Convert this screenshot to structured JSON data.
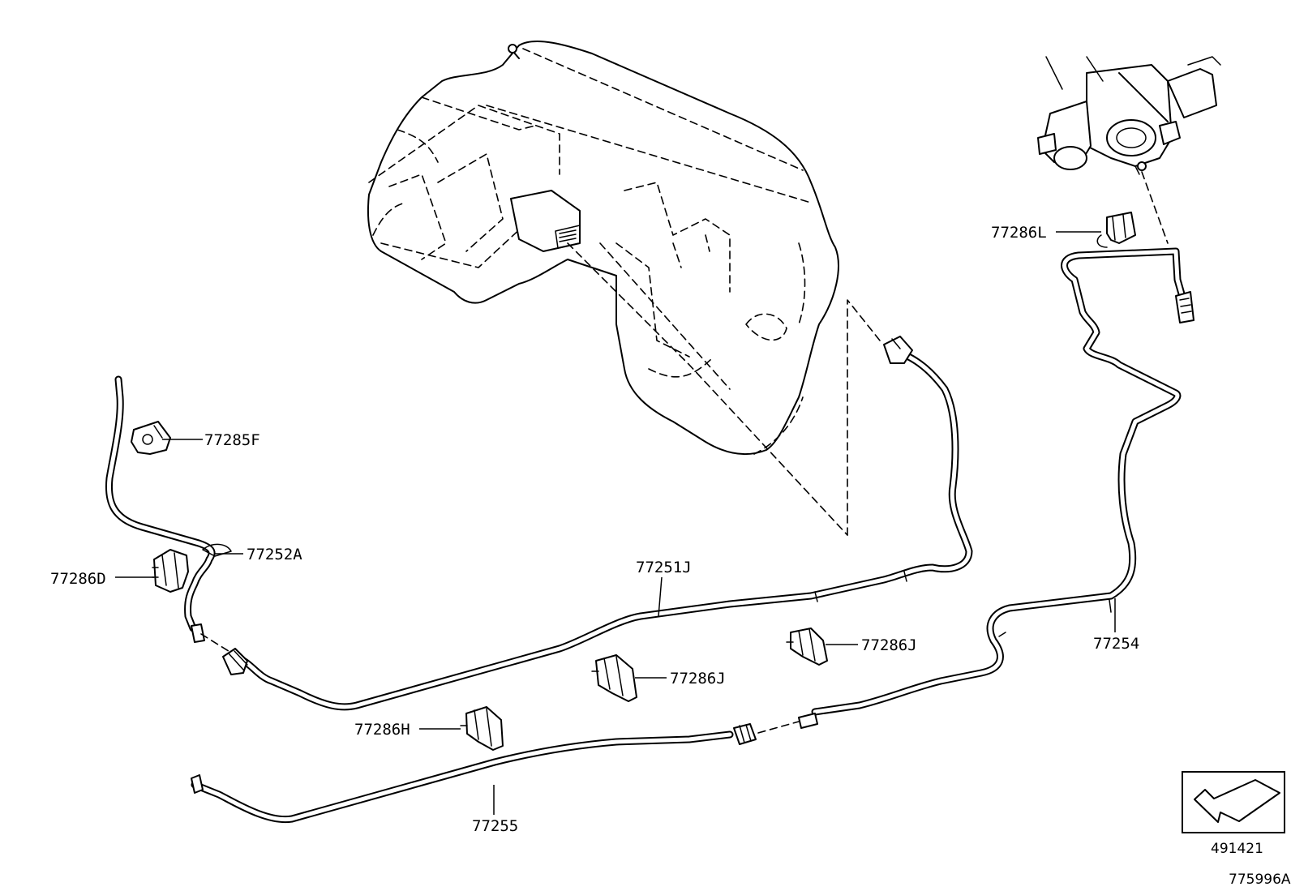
{
  "callouts": {
    "p77285F": "77285F",
    "p77252A": "77252A",
    "p77286D": "77286D",
    "p77251J": "77251J",
    "p77286J_upper": "77286J",
    "p77286J_lower": "77286J",
    "p77286H": "77286H",
    "p77255": "77255",
    "p77254": "77254",
    "p77286L": "77286L"
  },
  "reference": {
    "view_code": "491421",
    "diagram_number": "775996A"
  }
}
